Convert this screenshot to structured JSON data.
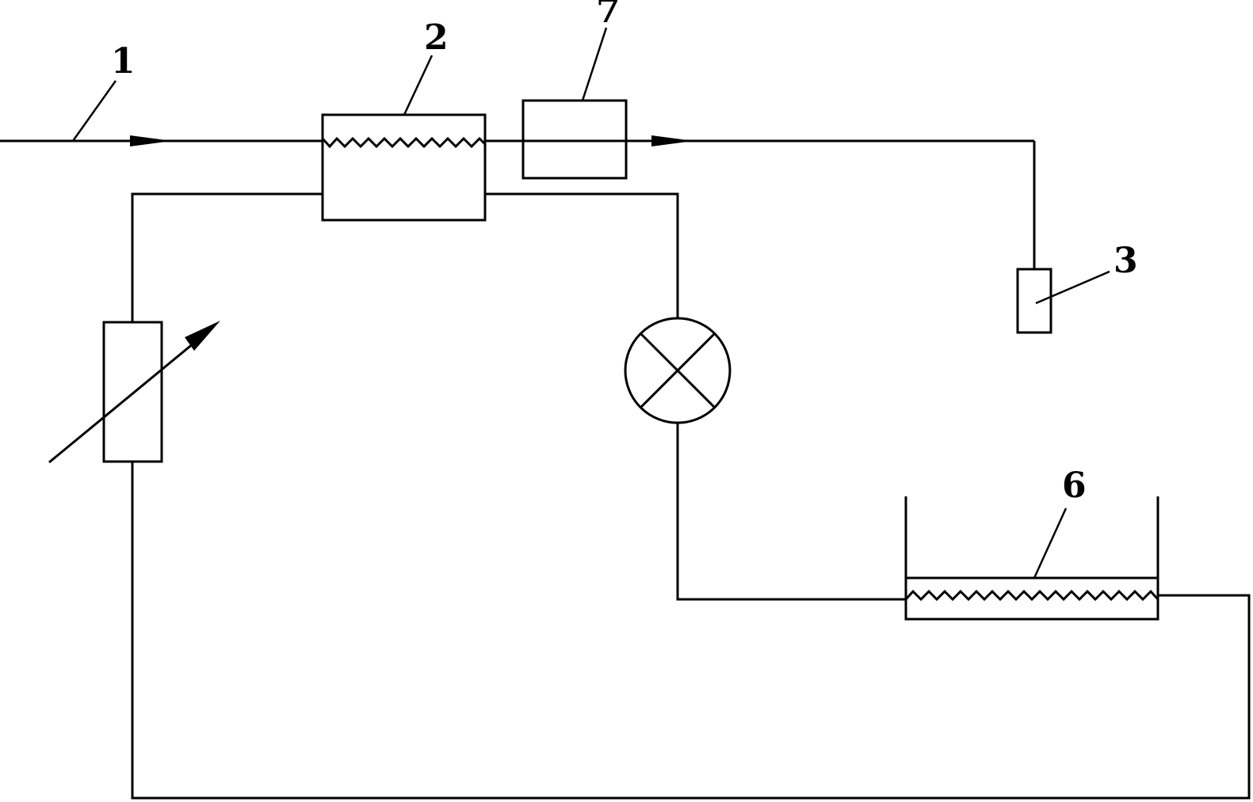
{
  "diagram": {
    "labels": {
      "pipe": "1",
      "heat_exchanger": "2",
      "nozzle": "3",
      "tank": "6",
      "unit": "7"
    },
    "colors": {
      "line": "#000000",
      "background": "#ffffff"
    }
  }
}
